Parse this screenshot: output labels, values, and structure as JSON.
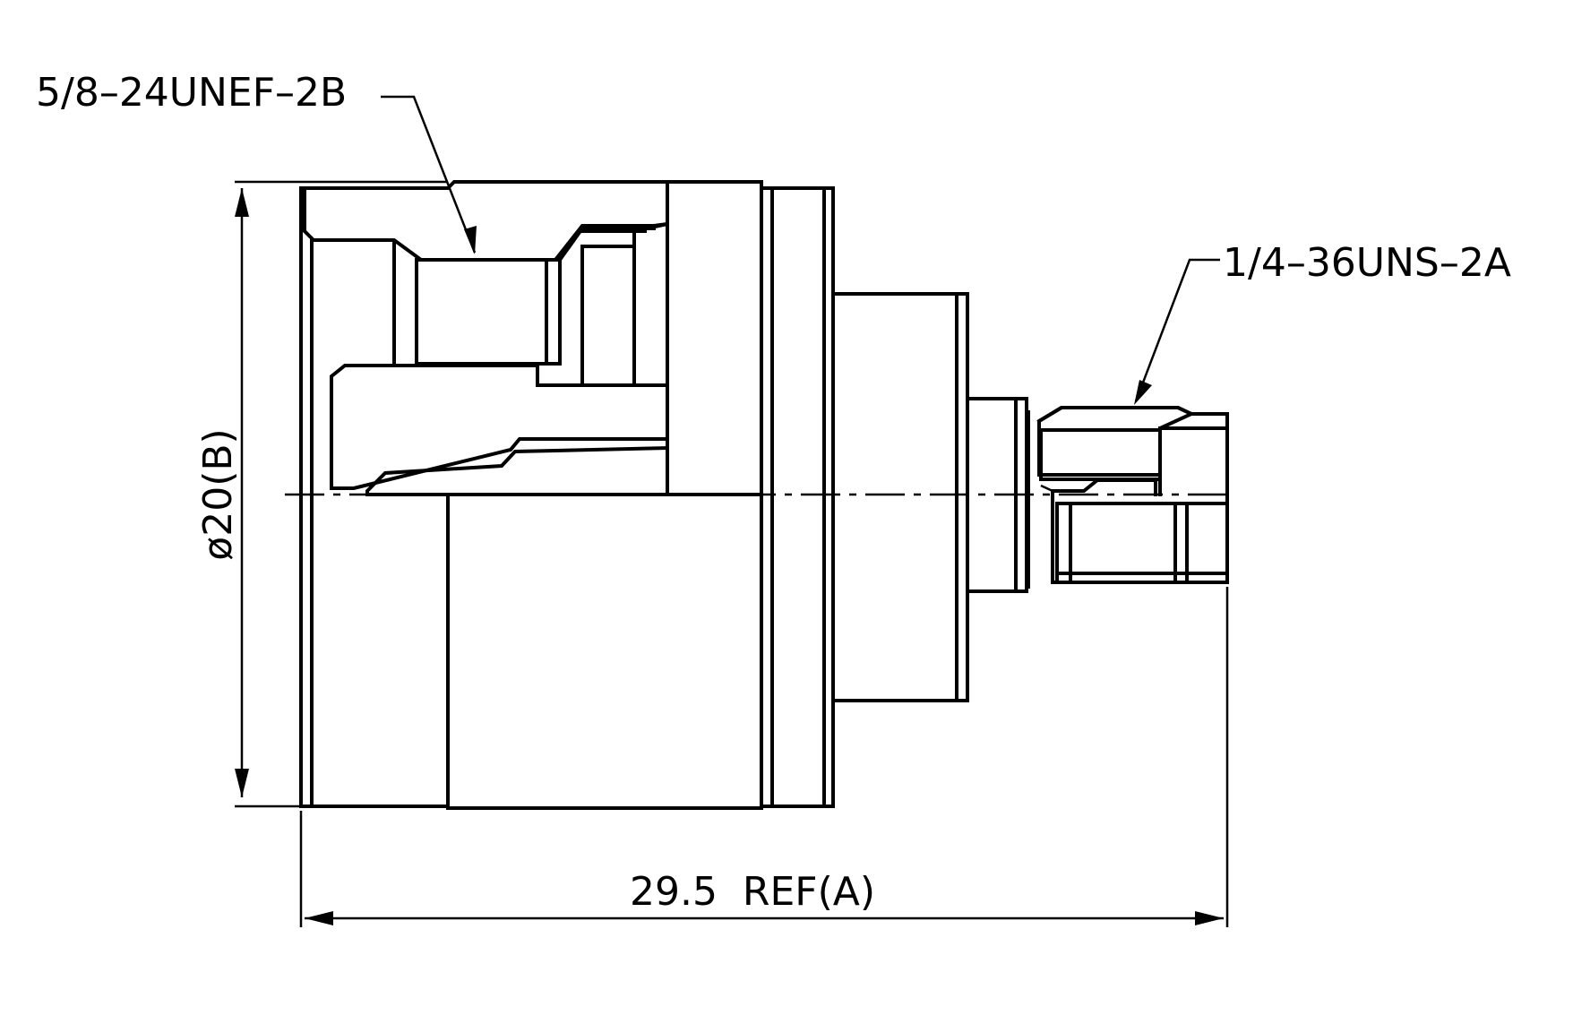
{
  "labels": {
    "thread_female": "5/8–24UNEF–2B",
    "thread_male": "1/4–36UNS–2A",
    "diameter": "ø20(B)",
    "length": "29.5  REF(A)"
  },
  "colors": {
    "stroke": "#000000",
    "background": "#ffffff"
  }
}
